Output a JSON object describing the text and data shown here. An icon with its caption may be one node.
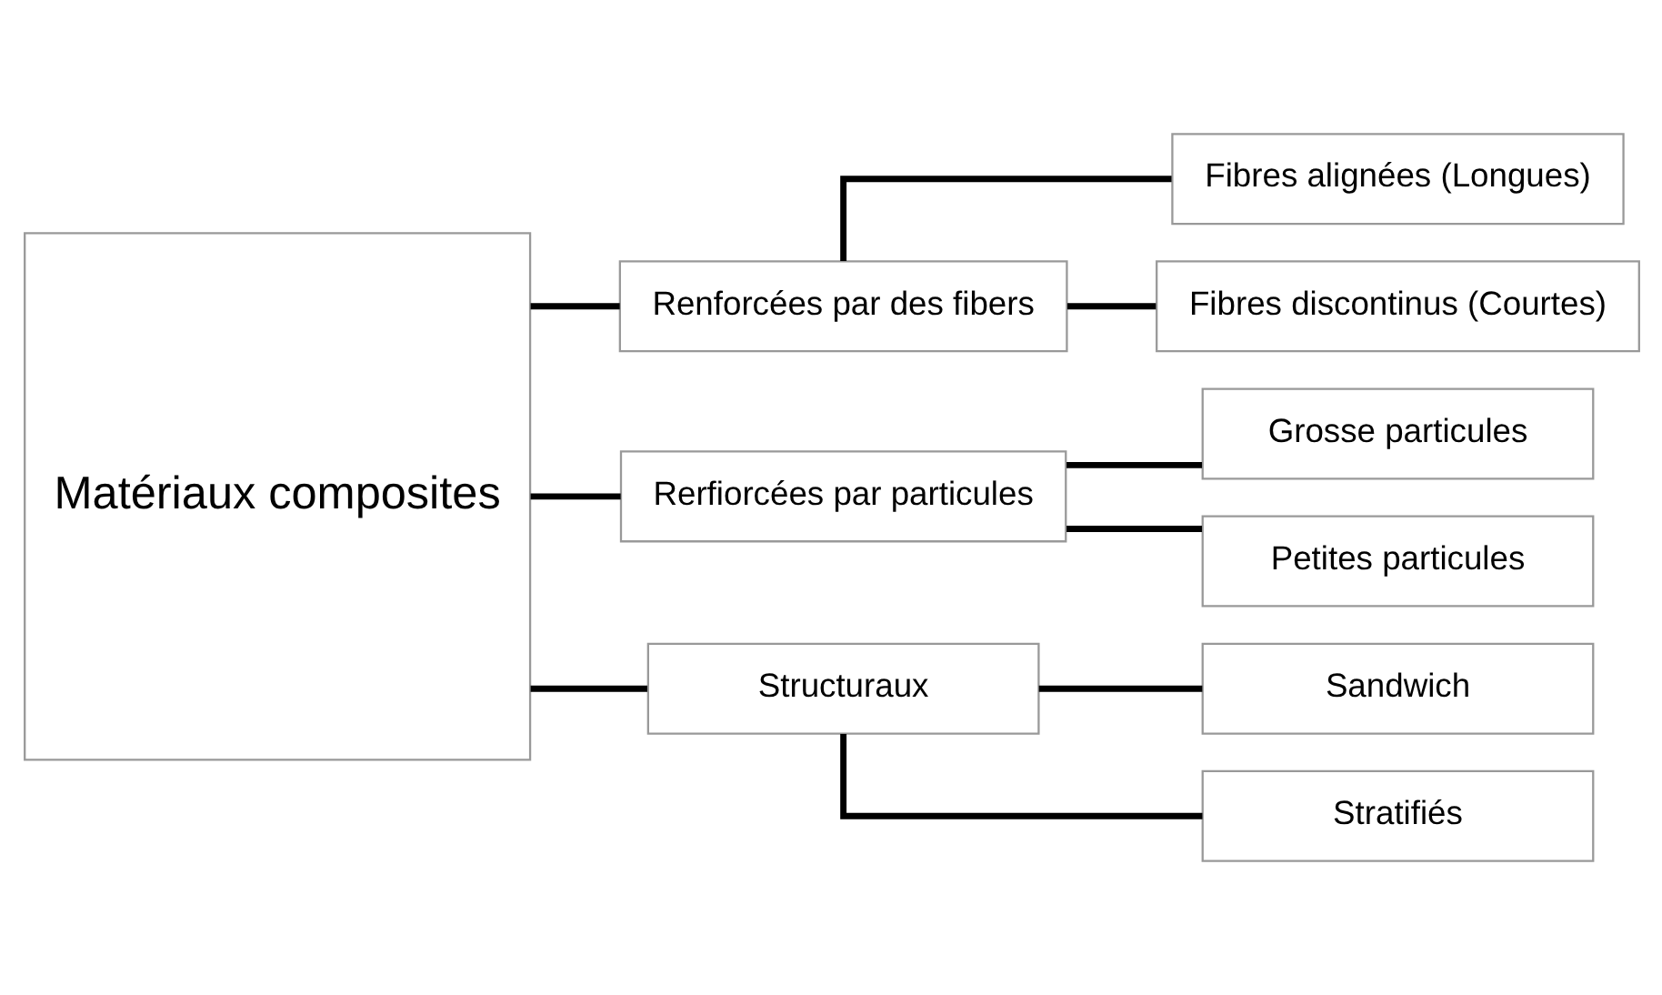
{
  "diagram": {
    "nodes": [
      {
        "text": [
          "Matériaux composites"
        ]
      },
      {
        "text": [
          "Renforcées par des fibers"
        ]
      },
      {
        "text": [
          "Rerfiorcées par particules"
        ]
      },
      {
        "text": [
          "Structuraux"
        ]
      },
      {
        "text": [
          "Fibres alignées (Longues)"
        ]
      },
      {
        "text": [
          "Fibres discontinus (Courtes)"
        ]
      },
      {
        "text": [
          "Grosse particules"
        ]
      },
      {
        "text": [
          "Petites particules"
        ]
      },
      {
        "text": [
          "Sandwich"
        ]
      },
      {
        "text": [
          "Stratifiés"
        ]
      }
    ],
    "edges": [
      {
        "from": 0,
        "to": 1,
        "arrow": "none"
      },
      {
        "from": 0,
        "to": 2,
        "arrow": "none"
      },
      {
        "from": 0,
        "to": 3,
        "arrow": "none"
      },
      {
        "from": 1,
        "to": 4,
        "arrow": "none"
      },
      {
        "from": 1,
        "to": 5,
        "arrow": "none"
      },
      {
        "from": 2,
        "to": 6,
        "arrow": "none"
      },
      {
        "from": 2,
        "to": 7,
        "arrow": "none"
      },
      {
        "from": 3,
        "to": 8,
        "arrow": "none"
      },
      {
        "from": 3,
        "to": 9,
        "arrow": "none"
      }
    ]
  }
}
